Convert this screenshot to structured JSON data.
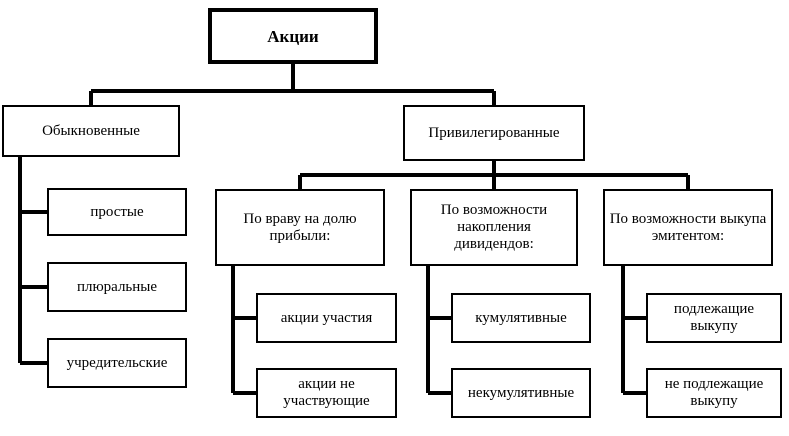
{
  "root": "Акции",
  "ordinary": {
    "title": "Обыкновенные",
    "items": [
      "простые",
      "плюральные",
      "учредительские"
    ]
  },
  "preferred": {
    "title": "Привилегированные",
    "groups": [
      {
        "title": "По враву на долю прибыли:",
        "items": [
          "акции участия",
          "акции не участвующие"
        ]
      },
      {
        "title": "По возможности накопления дивидендов:",
        "items": [
          "кумулятивные",
          "некумулятивные"
        ]
      },
      {
        "title": "По возможности выкупа эмитентом:",
        "items": [
          "подлежащие выкупу",
          "не подлежащие выкупу"
        ]
      }
    ]
  }
}
